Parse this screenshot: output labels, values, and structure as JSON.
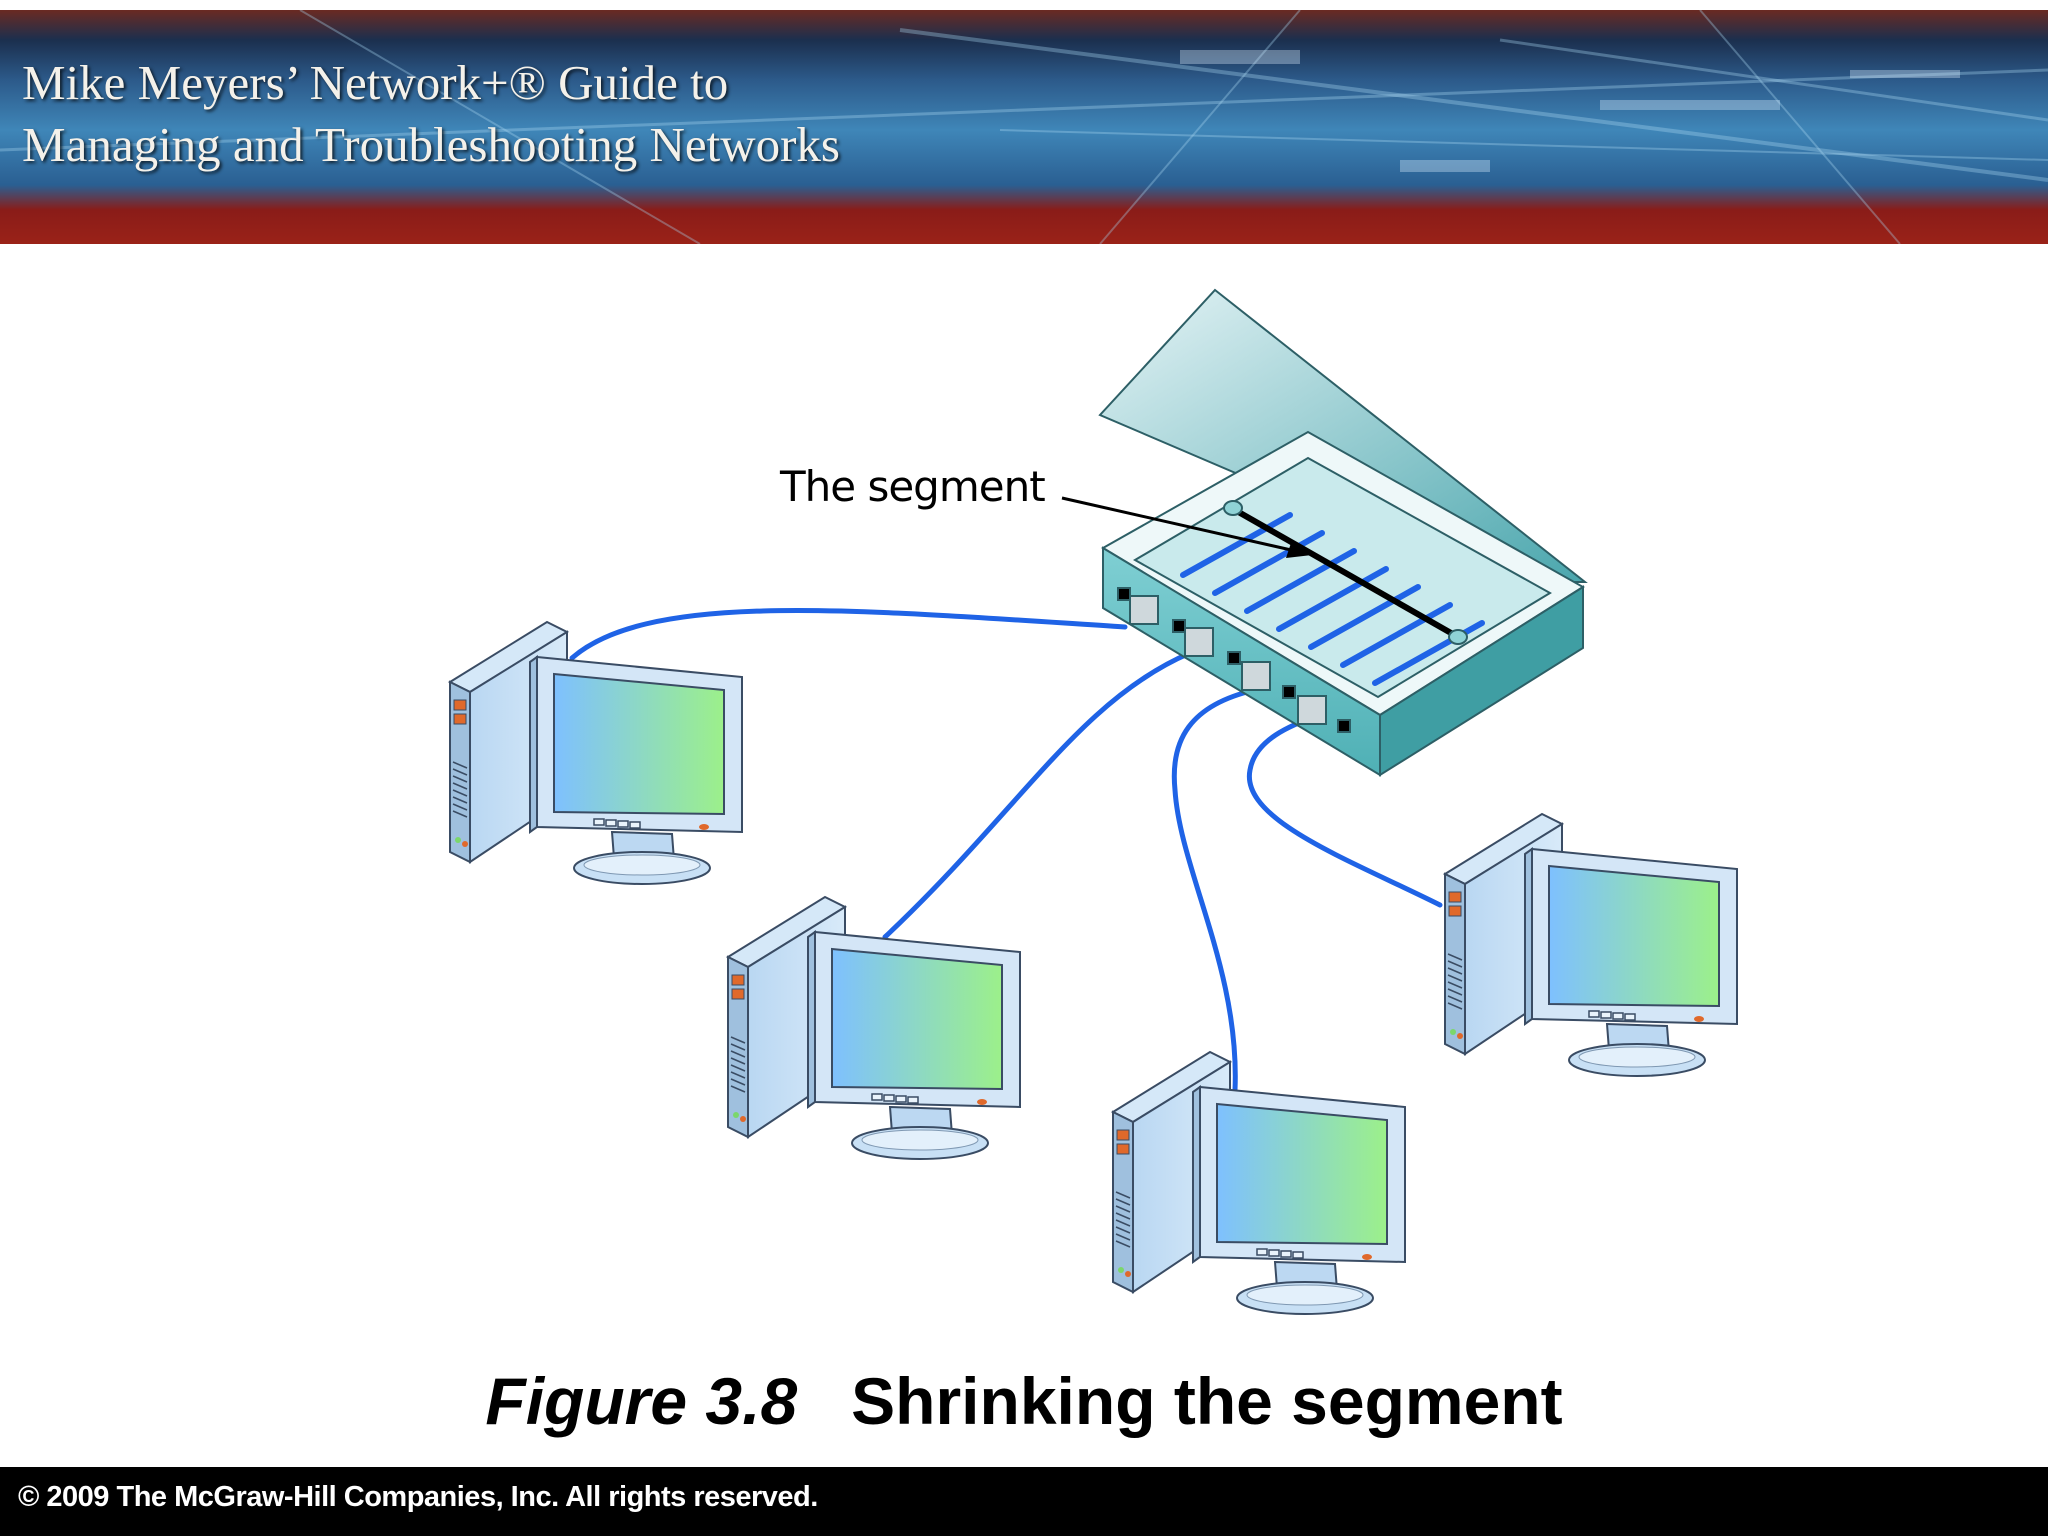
{
  "header": {
    "title_line1": "Mike Meyers’ Network+® Guide to",
    "title_line2": "Managing and Troubleshooting Networks"
  },
  "diagram": {
    "segment_label": "The segment",
    "computer_icon": "desktop-computer-icon",
    "hub_icon": "network-hub-icon",
    "cable_color": "#1f63e6"
  },
  "caption": {
    "figure_number": "Figure 3.8",
    "figure_title": "Shrinking the segment"
  },
  "footer": {
    "copyright": "© 2009 The McGraw-Hill Companies, Inc. All rights reserved."
  },
  "colors": {
    "header_red": "#9a2218",
    "header_blue": "#3f86b8",
    "hub_teal": "#8fd3d6",
    "screen_blue": "#7ec0ff",
    "screen_green": "#9cf08a"
  }
}
